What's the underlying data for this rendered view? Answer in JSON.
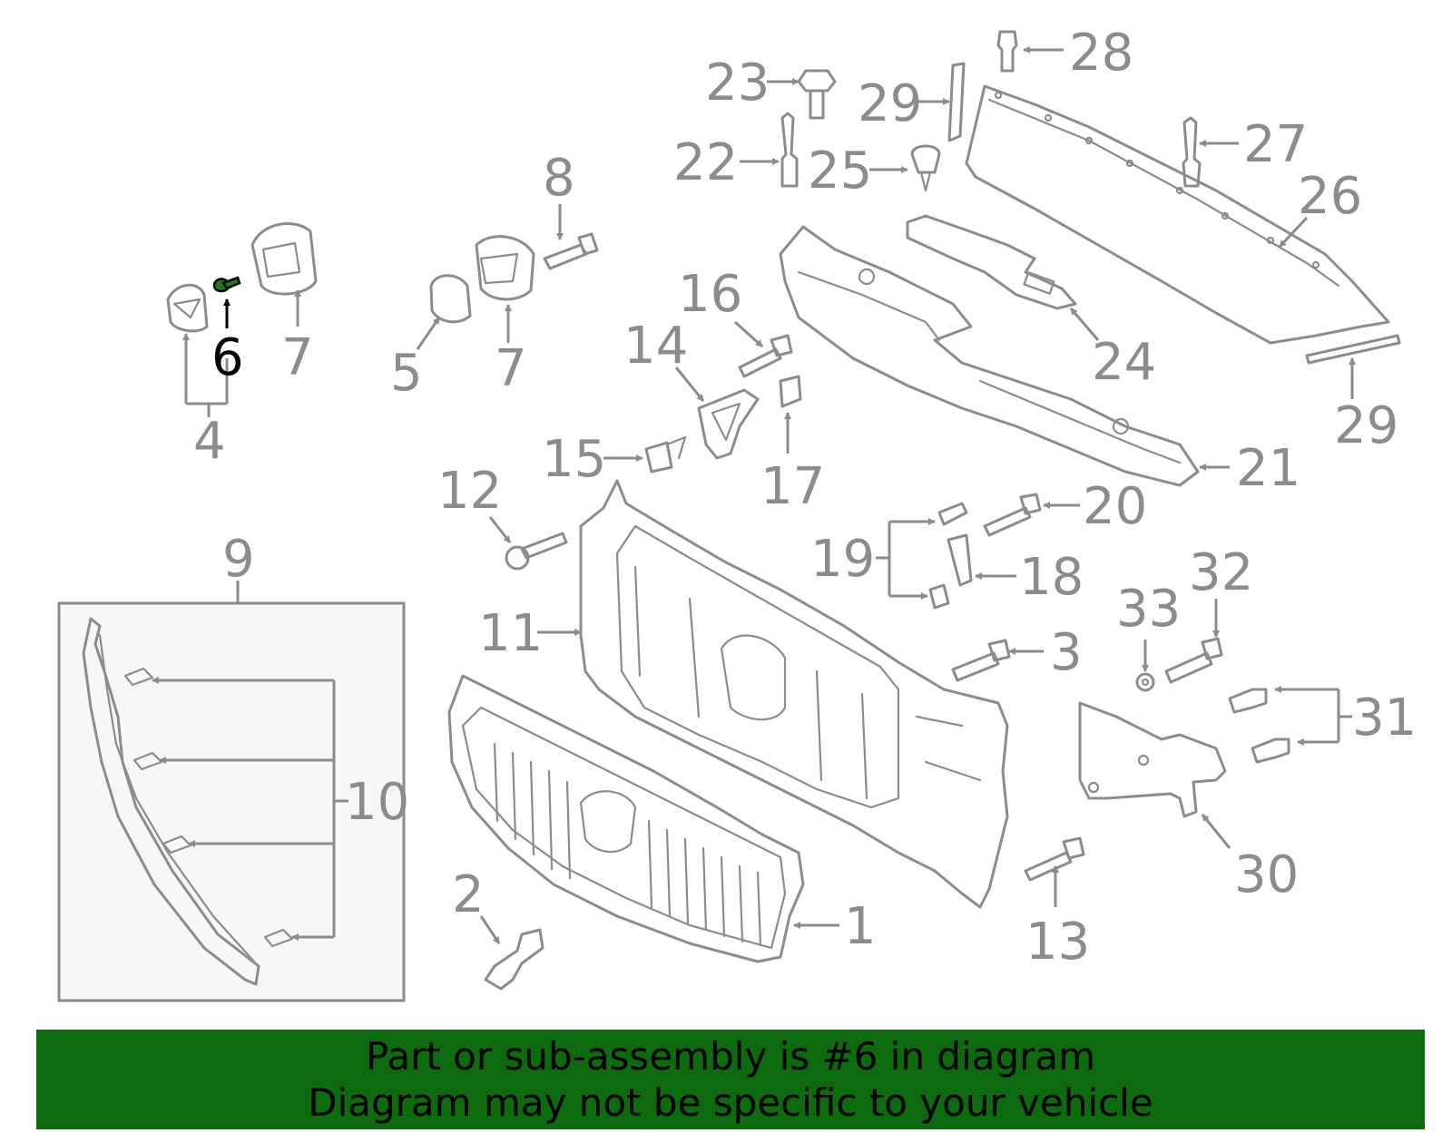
{
  "diagram": {
    "highlighted_part": "6",
    "highlight_color": "#0e6a0e",
    "part_color": "#8c8c8c",
    "callouts": {
      "c1": "1",
      "c2": "2",
      "c3": "3",
      "c4": "4",
      "c5": "5",
      "c6": "6",
      "c7a": "7",
      "c7b": "7",
      "c8": "8",
      "c9": "9",
      "c10": "10",
      "c11": "11",
      "c12": "12",
      "c13": "13",
      "c14": "14",
      "c15": "15",
      "c16": "16",
      "c17": "17",
      "c18": "18",
      "c19": "19",
      "c20": "20",
      "c21": "21",
      "c22": "22",
      "c23": "23",
      "c24": "24",
      "c25": "25",
      "c26": "26",
      "c27": "27",
      "c28": "28",
      "c29a": "29",
      "c29b": "29",
      "c30": "30",
      "c31": "31",
      "c32": "32",
      "c33": "33"
    }
  },
  "banner": {
    "line1": "Part or sub-assembly is #6 in diagram",
    "line2": "Diagram may not be specific to your vehicle",
    "background": "#0e6a0e"
  }
}
